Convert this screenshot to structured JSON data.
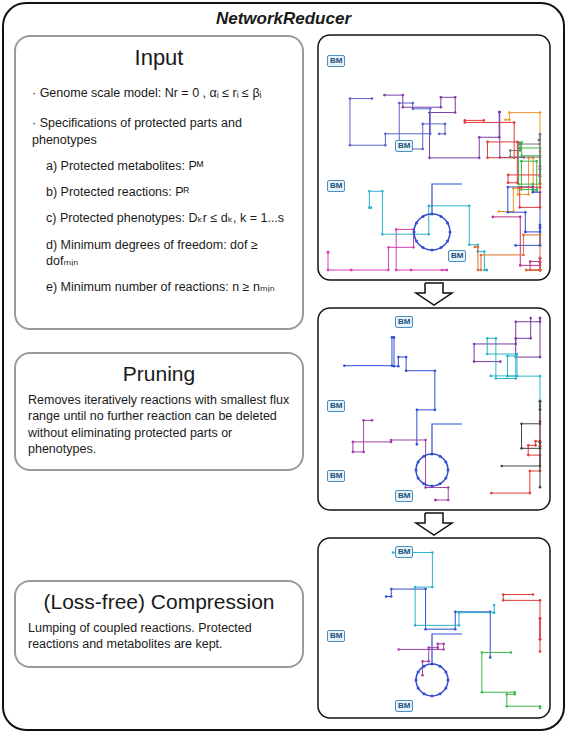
{
  "diagram": {
    "nodes": [
      {
        "text": [
          "NetworkReducer"
        ]
      },
      {
        "text": [
          "Input",
          "· Genome scale model: Nr = 0 , αᵢ ≤ rᵢ ≤ βᵢ",
          "· Specifications of protected parts and phenotypes",
          "a) Protected metabolites: Pᴹ",
          "b) Protected reactions: Pᴿ",
          "c) Protected phenotypes: Dₖr ≤ dₖ, k = 1...s",
          "d) Minimum degrees of freedom: dof ≥ dofₘᵢₙ",
          "e) Minimum number of reactions: n ≥ nₘᵢₙ"
        ],
        "in": 0
      },
      {
        "text": [
          "Pruning",
          "Removes iteratively reactions with smallest flux range until no further reaction can be deleted without eliminating protected parts or phenotypes."
        ],
        "in": 0
      },
      {
        "text": [
          "(Loss-free) Compression",
          "Lumping of coupled reactions. Protected reactions and metabolites are kept."
        ],
        "in": 0
      },
      {
        "text": [
          "BM"
        ],
        "in": 0
      },
      {
        "text": [
          "BM"
        ],
        "in": 0
      },
      {
        "text": [
          "BM"
        ],
        "in": 0
      },
      {
        "text": [
          "BM"
        ],
        "in": 0
      },
      {
        "text": [
          "BM"
        ],
        "in": 0
      },
      {
        "text": [
          "BM"
        ],
        "in": 0
      },
      {
        "text": [
          "BM"
        ],
        "in": 0
      },
      {
        "text": [
          "BM"
        ],
        "in": 0
      },
      {
        "text": [
          "BM"
        ],
        "in": 0
      },
      {
        "text": [
          "BM"
        ],
        "in": 0
      },
      {
        "text": [
          "BM"
        ],
        "in": 0
      }
    ]
  }
}
